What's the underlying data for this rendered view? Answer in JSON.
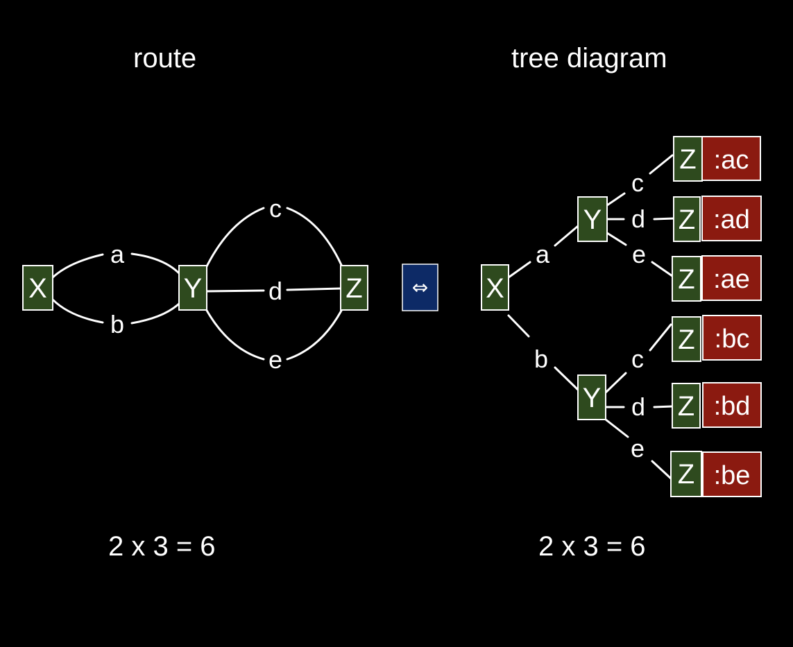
{
  "colors": {
    "background": "#000000",
    "node_fill": "#2e4a1e",
    "result_fill": "#8b1a10",
    "arrow_fill": "#0d2a66",
    "line": "#ffffff",
    "text": "#ffffff"
  },
  "route": {
    "title": "route",
    "nodes": {
      "x": "X",
      "y": "Y",
      "z": "Z"
    },
    "edges": {
      "a": "a",
      "b": "b",
      "c": "c",
      "d": "d",
      "e": "e"
    },
    "formula": "2 x 3 = 6"
  },
  "equivalence": {
    "symbol": "⇔"
  },
  "tree": {
    "title": "tree diagram",
    "root": "X",
    "edges": {
      "a": "a",
      "b": "b"
    },
    "branches": [
      {
        "node": "Y",
        "leaves": [
          {
            "edge": "c",
            "node": "Z",
            "result": ":ac"
          },
          {
            "edge": "d",
            "node": "Z",
            "result": ":ad"
          },
          {
            "edge": "e",
            "node": "Z",
            "result": ":ae"
          }
        ]
      },
      {
        "node": "Y",
        "leaves": [
          {
            "edge": "c",
            "node": "Z",
            "result": ":bc"
          },
          {
            "edge": "d",
            "node": "Z",
            "result": ":bd"
          },
          {
            "edge": "e",
            "node": "Z",
            "result": ":be"
          }
        ]
      }
    ],
    "formula": "2 x 3 = 6"
  }
}
